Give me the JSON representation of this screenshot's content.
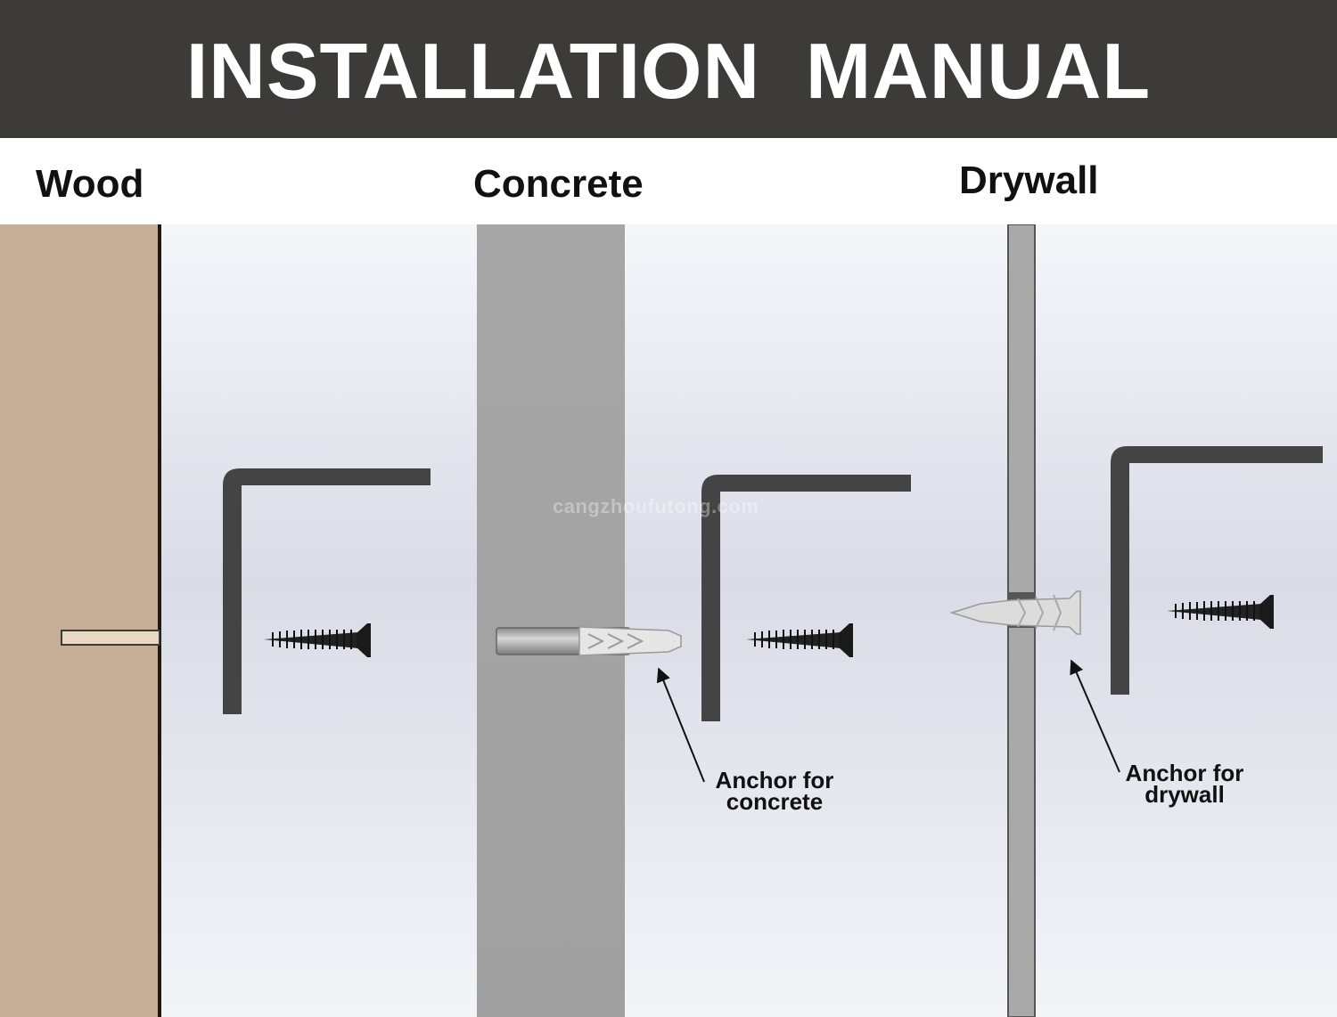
{
  "header": {
    "title": "INSTALLATION  MANUAL"
  },
  "sections": {
    "wood": {
      "label": "Wood"
    },
    "concrete": {
      "label": "Concrete",
      "callout_line1": "Anchor for",
      "callout_line2": "concrete"
    },
    "drywall": {
      "label": "Drywall",
      "callout_line1": "Anchor for",
      "callout_line2": "drywall"
    }
  },
  "watermark": "cangzhoufutong.com",
  "colors": {
    "header_bg": "#3d3a3a",
    "wood": "#c5ad96",
    "concrete": "#a3a3a3",
    "drywall": "#a9a9a9",
    "bracket": "#444444",
    "background_light": "#f3f4f8",
    "background_mid": "#d8dbe4"
  }
}
